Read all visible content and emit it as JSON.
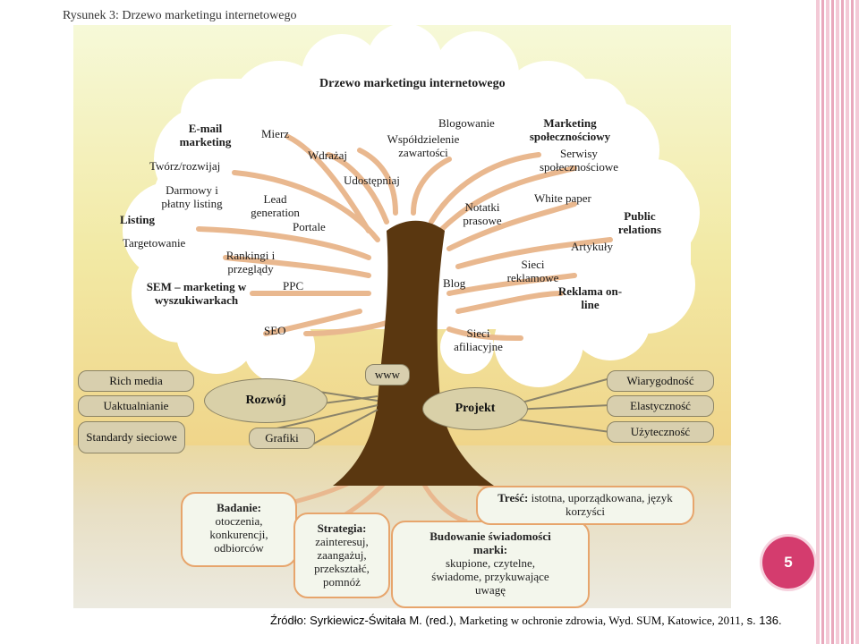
{
  "figure": {
    "title": "Rysunek 3: Drzewo marketingu internetowego"
  },
  "tree": {
    "crown_title": "Drzewo marketingu internetowego",
    "leaves": {
      "mierz": "Mierz",
      "email_marketing": "E-mail marketing",
      "tworz": "Twórz/rozwijaj",
      "wdrazaj": "Wdrażaj",
      "wspoldzielenie": "Współdzielenie zawartości",
      "blogowanie": "Blogowanie",
      "marketing_spol": "Marketing społecznościowy",
      "serwisy": "Serwisy społecznościowe",
      "udostepniaj": "Udostępniaj",
      "darmowy": "Darmowy i płatny listing",
      "lead": "Lead generation",
      "listing": "Listing",
      "portale": "Portale",
      "notatki": "Notatki prasowe",
      "white_paper": "White paper",
      "public_relations": "Public relations",
      "targetowanie": "Targetowanie",
      "artykuly": "Artykuły",
      "rankingi": "Rankingi i przeglądy",
      "sieci_reklamowe": "Sieci reklamowe",
      "ppc": "PPC",
      "blog": "Blog",
      "sem": "SEM – marketing w wyszukiwarkach",
      "reklama": "Reklama on-line",
      "seo": "SEO",
      "sieci_afiliacyjne": "Sieci afiliacyjne"
    },
    "trunk_label": "www",
    "rozwoj": {
      "label": "Rozwój",
      "items": [
        "Rich media",
        "Uaktualnianie",
        "Standardy sieciowe",
        "Grafiki"
      ]
    },
    "projekt": {
      "label": "Projekt",
      "items": [
        "Wiarygodność",
        "Elastyczność",
        "Użyteczność"
      ]
    },
    "roots": {
      "badanie": {
        "head": "Badanie:",
        "body": "otoczenia, konkurencji, odbiorców"
      },
      "strategia": {
        "head": "Strategia:",
        "body": "zainteresuj, zaangażuj, przekształć, pomnóż"
      },
      "budowanie": {
        "head": "Budowanie świadomości marki:",
        "body": "skupione, czytelne, świadome, przykuwające uwagę"
      },
      "tresc": {
        "head": "Treść:",
        "body": "istotna, uporządkowana, język korzyści"
      }
    }
  },
  "page_number": "5",
  "source": {
    "prefix": "Źródło: Syrkiewicz-Świtała M. (red.),",
    "middle": " Marketing w ochronie zdrowia, Wyd. SUM, Katowice, 2011,",
    "suffix": " s. 136."
  },
  "colors": {
    "branch": "#e9b88f",
    "trunk": "#5a3710",
    "box_border": "#e7a56c",
    "badge": "#d43c6e"
  }
}
